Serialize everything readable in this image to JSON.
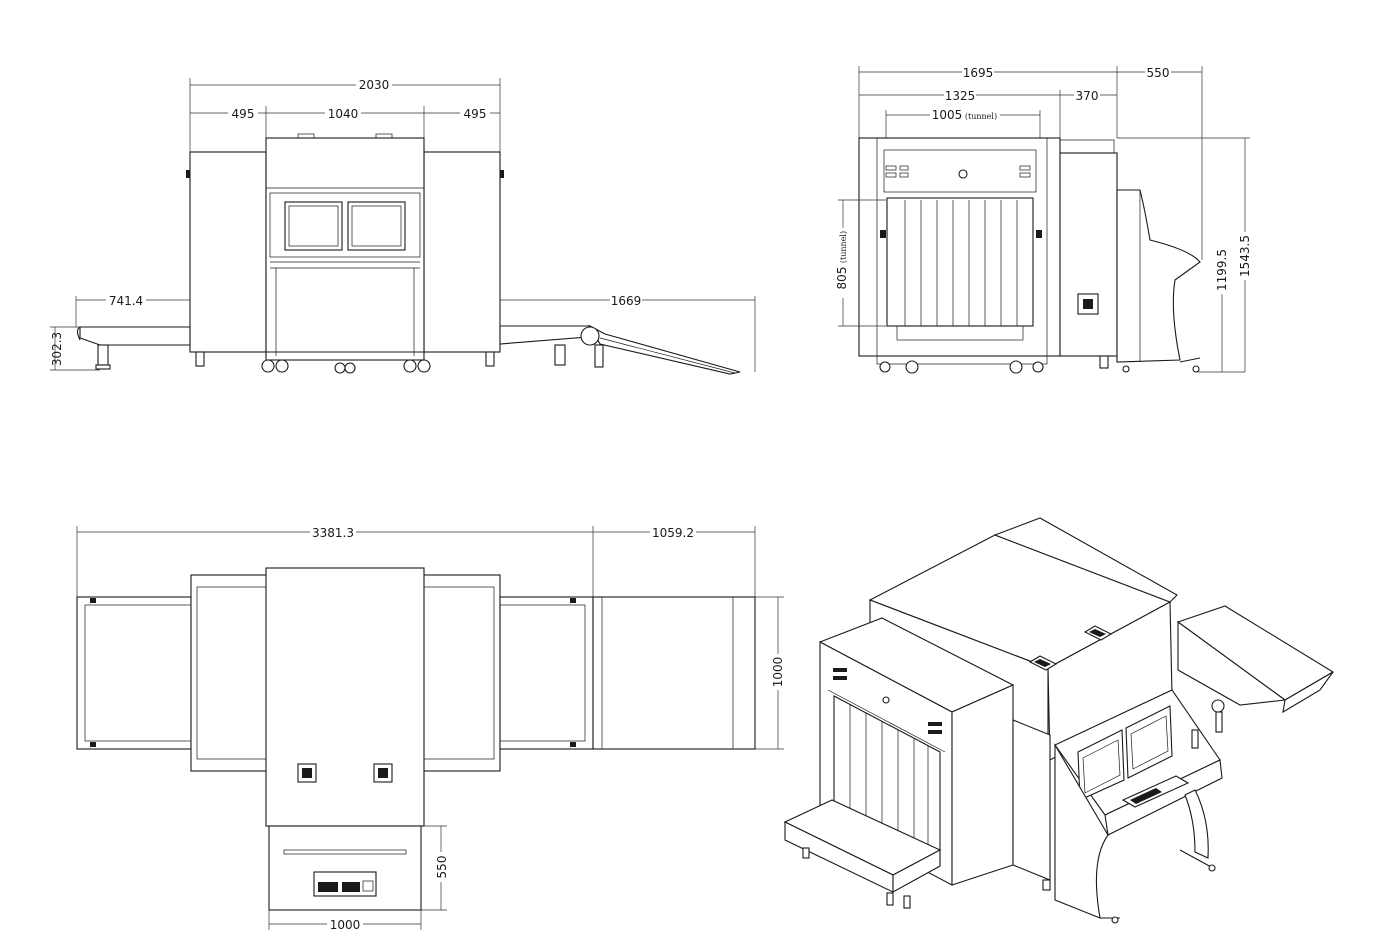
{
  "front_view": {
    "dim_total": "2030",
    "dim_left": "495",
    "dim_center": "1040",
    "dim_right": "495",
    "dim_in_conveyor": "741.4",
    "dim_out_conveyor": "1669",
    "dim_conveyor_height": "302.3"
  },
  "side_view": {
    "dim_overall": "1695",
    "dim_console": "550",
    "dim_body": "1325",
    "dim_side": "370",
    "dim_tunnel_width": "1005",
    "dim_tunnel_width_note": "(tunnel)",
    "dim_tunnel_height": "805",
    "dim_tunnel_height_note": "(tunnel)",
    "dim_height_body": "1199.5",
    "dim_height_total": "1543.5"
  },
  "top_view": {
    "dim_total_length": "3381.3",
    "dim_ramp": "1059.2",
    "dim_width": "1000",
    "dim_console_depth": "550",
    "dim_console_width": "1000"
  },
  "iso_view": {}
}
